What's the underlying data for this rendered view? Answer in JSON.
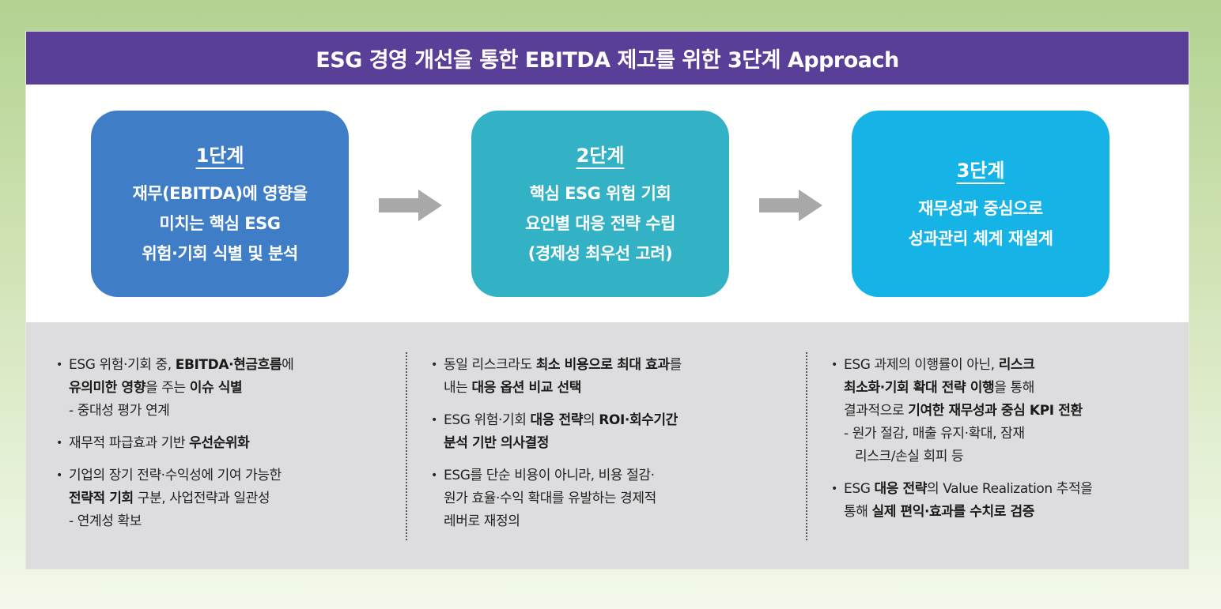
{
  "title": "ESG 경영 개선을 통한 EBITDA 제고를 위한 3단계 Approach",
  "steps": [
    {
      "label": "1단계",
      "desc": "재무(EBITDA)에 영향을\n미치는 핵심 ESG\n위험·기회 식별 및 분석",
      "color": "#3f7ec6"
    },
    {
      "label": "2단계",
      "desc": "핵심 ESG 위험 기회\n요인별 대응 전략 수립\n(경제성 최우선 고려)",
      "color": "#33b1c5"
    },
    {
      "label": "3단계",
      "desc": "재무성과 중심으로\n성과관리 체계 재설계",
      "color": "#16b3e6"
    }
  ],
  "colors": {
    "title_bar": "#5a3f98",
    "arrow": "#a8a8a8",
    "panel": "#dddde0"
  },
  "bullet_mark": "•",
  "details": {
    "col1": {
      "b1": {
        "p1": "ESG 위험·기회 중, ",
        "p2": "EBITDA·현금흐름",
        "p3": "에",
        "p4": "유의미한 영향",
        "p5": "을 주는 ",
        "p6": "이슈 식별",
        "sub": "- 중대성 평가 연계"
      },
      "b2": {
        "p1": "재무적 파급효과 기반 ",
        "p2": "우선순위화"
      },
      "b3": {
        "p1": "기업의 장기 전략·수익성에 기여 가능한",
        "p2": "전략적 기회",
        "p3": " 구분, 사업전략과 일관성",
        "sub": "- 연계성 확보"
      }
    },
    "col2": {
      "b1": {
        "p1": "동일 리스크라도 ",
        "p2": "최소 비용으로 최대 효과",
        "p3": "를",
        "p4": "내는 ",
        "p5": "대응 옵션 비교 선택"
      },
      "b2": {
        "p1": "ESG 위험·기회 ",
        "p2": "대응 전략",
        "p3": "의 ",
        "p4": "ROI·회수기간",
        "p5": "분석 기반 의사결정"
      },
      "b3": {
        "l1": "ESG를 단순 비용이 아니라, 비용 절감·",
        "l2": "원가 효율·수익 확대를 유발하는 경제적",
        "l3": "레버로 재정의"
      }
    },
    "col3": {
      "b1": {
        "p1": "ESG 과제의 이행률이 아닌, ",
        "p2": "리스크",
        "p3": "최소화·기회 확대 전략 이행",
        "p4": "을 통해",
        "p5": "결과적으로 ",
        "p6": "기여한 재무성과 중심 KPI 전환",
        "sub1": "- 원가 절감, 매출 유지·확대, 잠재",
        "sub2": "리스크/손실 회피 등"
      },
      "b2": {
        "p1": "ESG ",
        "p2": "대응 전략",
        "p3": "의 Value Realization 추적을",
        "p4": "통해 ",
        "p5": "실제 편익·효과를 수치로 검증"
      }
    }
  }
}
